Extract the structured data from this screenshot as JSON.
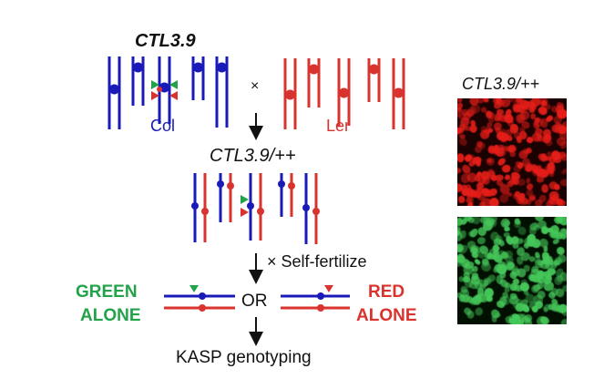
{
  "top_title": "CTL3.9",
  "col_label": "Col",
  "ler_label": "Ler",
  "cross_symbol": "×",
  "f1_title": "CTL3.9/++",
  "self_fertilize": "× Self-fertilize",
  "green_alone_line1": "GREEN",
  "green_alone_line2": "ALONE",
  "or_label": "OR",
  "red_alone_line1": "RED",
  "red_alone_line2": "ALONE",
  "kasp": "KASP genotyping",
  "panel_title": "CTL3.9/++",
  "colors": {
    "blue": "#1a1ab8",
    "red": "#d8332e",
    "green": "#22a34a",
    "fluor_red": "#e0221c",
    "fluor_green": "#3fbf55"
  },
  "panels": [
    {
      "name": "red-fluorescence-panel",
      "channel": "red"
    },
    {
      "name": "green-fluorescence-panel",
      "channel": "green"
    }
  ]
}
